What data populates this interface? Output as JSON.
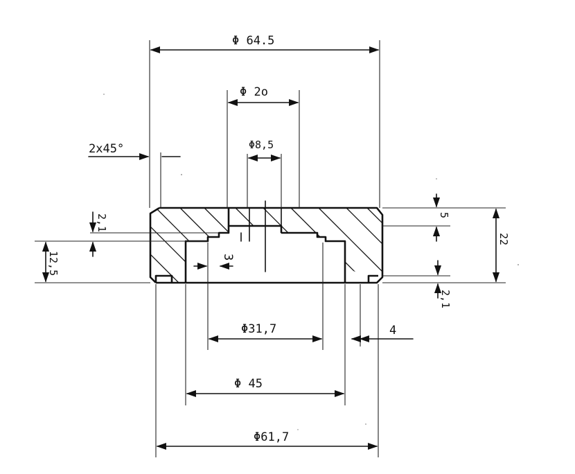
{
  "dimensions": {
    "outer_diameter": "Φ 64.5",
    "bore_diameter": "Φ 2o",
    "hole_diameter": "Φ8,5",
    "chamfer": "2x45°",
    "top_depth": "2,1",
    "height_left": "12,5",
    "step": "3",
    "top_thickness": "5",
    "total_height": "22",
    "bottom_gap": "2,1",
    "recess_diameter": "Φ31,7",
    "wall_thickness": "4",
    "inner_diameter": "Φ 45",
    "base_diameter": "Φ61,7"
  },
  "colors": {
    "ink": "#111111",
    "paper": "#ffffff"
  }
}
